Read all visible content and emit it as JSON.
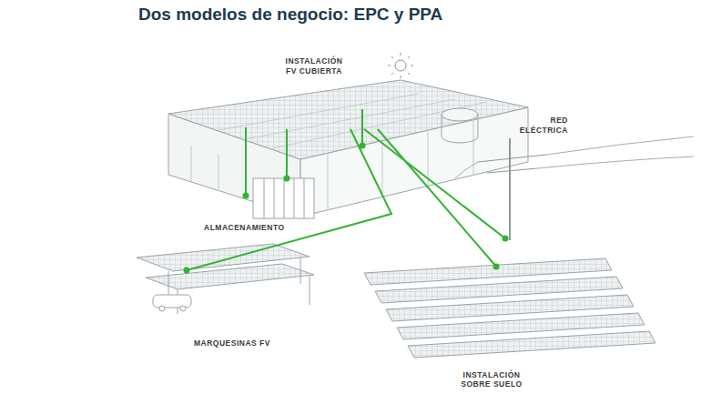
{
  "diagram": {
    "title": "Dos modelos de negocio: EPC y PPA",
    "nodes": [
      {
        "text": [
          "INSTALACIÓN FV CUBIERTA"
        ]
      },
      {
        "text": [
          "RED ELÉCTRICA"
        ]
      },
      {
        "text": [
          "ALMACENAMIENTO"
        ]
      },
      {
        "text": [
          "MARQUESINAS FV"
        ]
      },
      {
        "text": [
          "INSTALACIÓN SOBRE SUELO"
        ]
      }
    ],
    "edges": [
      {
        "from": 0,
        "to": 1,
        "arrow": "none"
      },
      {
        "from": 0,
        "to": 2,
        "arrow": "none"
      },
      {
        "from": 0,
        "to": 3,
        "arrow": "none"
      },
      {
        "from": 0,
        "to": 4,
        "arrow": "none"
      }
    ]
  }
}
